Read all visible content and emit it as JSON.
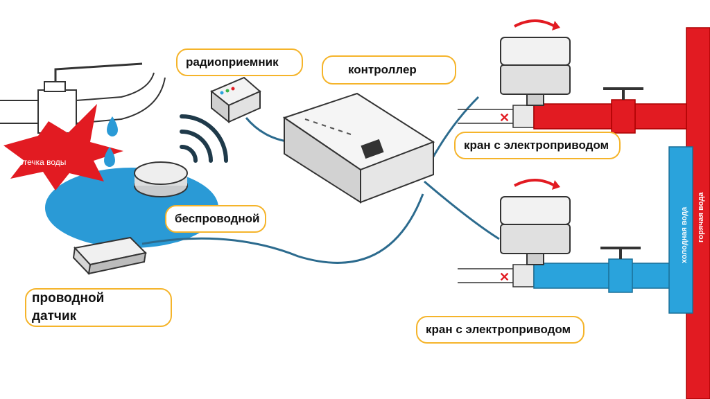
{
  "labels": {
    "radio_receiver": "радиоприемник",
    "controller": "контроллер",
    "valve_top": "кран с электроприводом",
    "valve_bottom": "кран с электроприводом",
    "wireless": "беспроводной",
    "wired_sensor_line1": "проводной",
    "wired_sensor_line2": "датчик"
  },
  "leak_label": "Протечка воды",
  "pipe_labels": {
    "cold": "холодная вода",
    "hot": "горячая вода"
  },
  "colors": {
    "label_border": "#f5b42a",
    "hot_pipe": "#e21b22",
    "cold_pipe": "#2aa3dc",
    "water": "#2a9ad6",
    "leak_burst": "#e21b22",
    "cable": "#2c6b8e"
  }
}
